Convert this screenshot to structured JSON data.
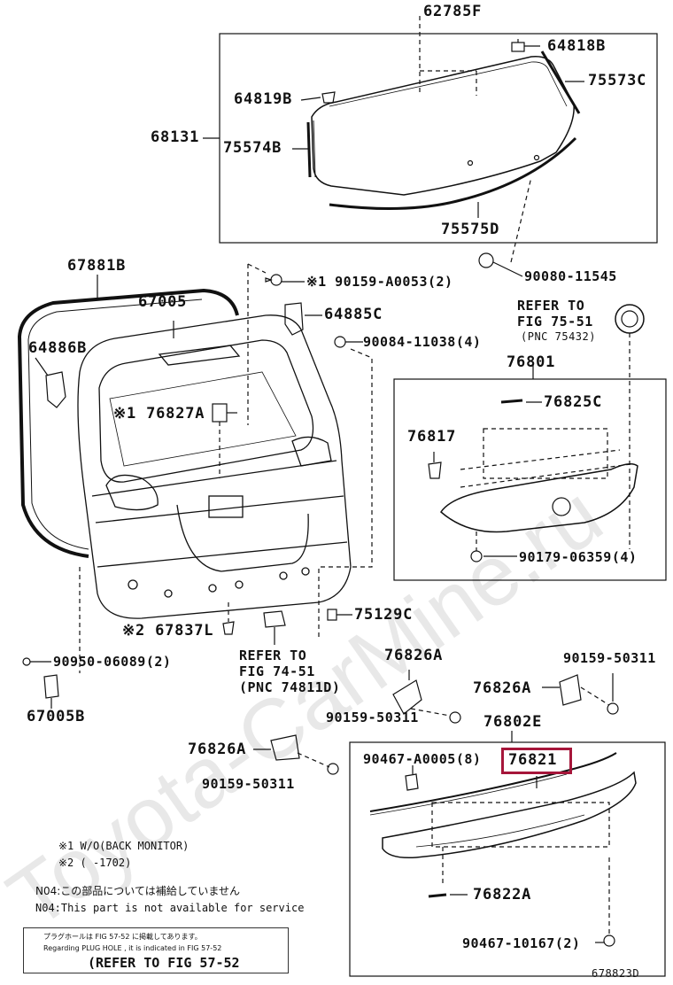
{
  "watermark": "Toyota-CarMine.ru",
  "figure_code": "678823D",
  "parts": {
    "p62785F": "62785F",
    "p64818B": "64818B",
    "p75573C": "75573C",
    "p64819B": "64819B",
    "p68131": "68131",
    "p75574B": "75574B",
    "p75575D": "75575D",
    "p67881B": "67881B",
    "p67005": "67005",
    "p90159_A0053": "※1 90159-A0053(2)",
    "p90080_11545": "90080-11545",
    "p64885C": "64885C",
    "refer_75_51_a": "REFER TO",
    "refer_75_51_b": "FIG 75-51",
    "refer_75_51_c": "(PNC 75432)",
    "p64886B": "64886B",
    "p90084_11038": "90084-11038(4)",
    "p76801": "76801",
    "p76827A": "※1 76827A",
    "p76825C": "76825C",
    "p76817": "76817",
    "p90179_06359": "90179-06359(4)",
    "p75129C": "75129C",
    "p67837L": "※2 67837L",
    "refer_74_51_a": "REFER TO",
    "refer_74_51_b": "FIG 74-51",
    "refer_74_51_c": "(PNC 74811D)",
    "p90950_06089": "90950-06089(2)",
    "p67005B": "67005B",
    "p76826A_1": "76826A",
    "p90159_50311_a": "90159-50311",
    "p76826A_2": "76826A",
    "p90159_50311_b": "90159-50311",
    "p76802E": "76802E",
    "p76826A_3": "76826A",
    "p90467_A0005": "90467-A0005(8)",
    "p76821": "76821",
    "p90159_50311_c": "90159-50311",
    "p76822A": "76822A",
    "p90467_10167": "90467-10167(2)"
  },
  "notes": {
    "n1": "※1 W/O(BACK MONITOR)",
    "n2": "※2 (     -1702)",
    "n3": "N04:この部品については補給していません",
    "n4": "N04:This part is not available for service"
  },
  "plug_box": {
    "line1": "プラグホールは FIG 57-52 に掲載してあります。",
    "line2": "Regarding PLUG HOLE , it is indicated in FIG 57-52",
    "line3": "(REFER TO FIG 57-52"
  },
  "highlight_color": "#a6163a"
}
